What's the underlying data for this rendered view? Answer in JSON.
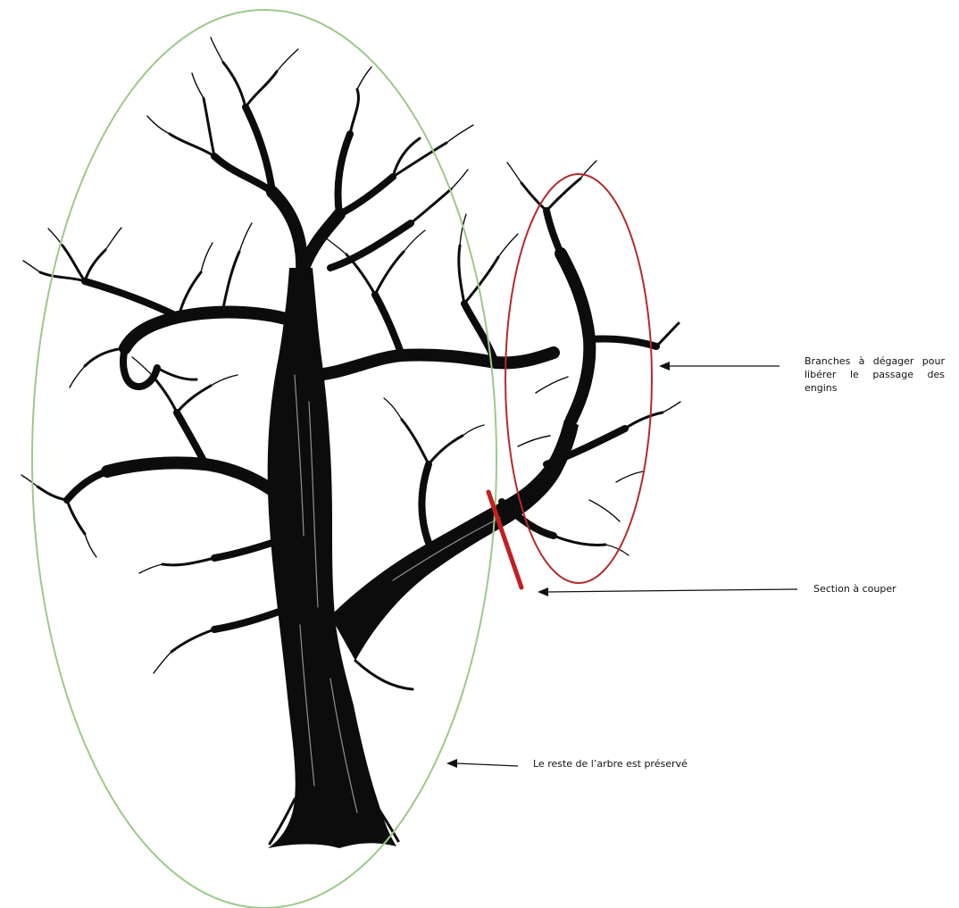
{
  "labels": {
    "branches": "Branches à dégager pour libérer le passage des engins",
    "section": "Section à couper",
    "rest": "Le reste de l’arbre est préservé"
  },
  "colors": {
    "keep_ellipse": "#9cc98a",
    "remove_ellipse": "#b52a2a",
    "cut_line": "#c41e1e",
    "tree": "#0c0c0c",
    "arrow": "#111111"
  },
  "icons": {
    "tree": "bare-tree-illustration",
    "arrows": "arrow-left-icon"
  }
}
